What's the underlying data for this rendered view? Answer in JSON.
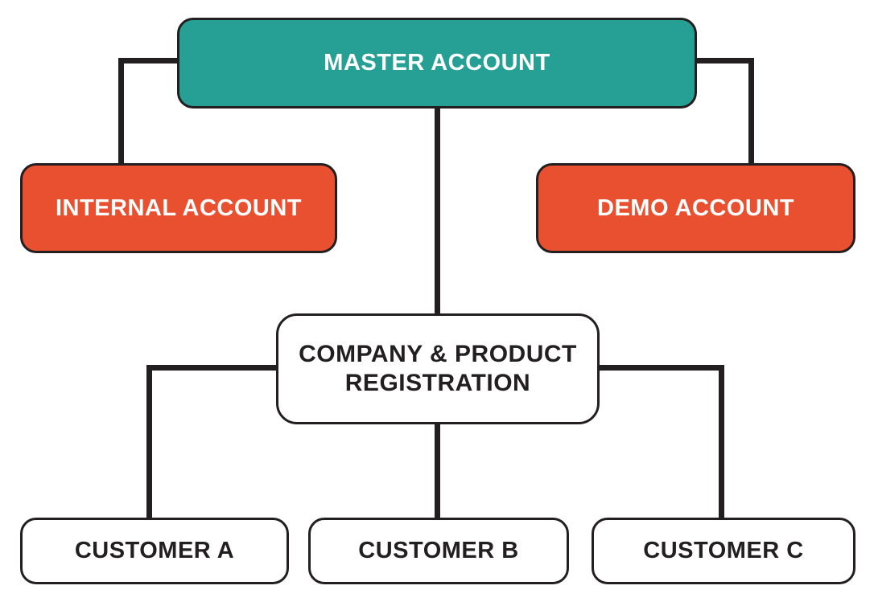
{
  "colors": {
    "teal": "#26A095",
    "orange": "#E9502F",
    "line": "#231F20",
    "bg": "#FFFFFF"
  },
  "nodes": {
    "master": {
      "label": "MASTER ACCOUNT"
    },
    "internal": {
      "label": "INTERNAL ACCOUNT"
    },
    "demo": {
      "label": "DEMO ACCOUNT"
    },
    "registration": {
      "label": "COMPANY & PRODUCT REGISTRATION"
    },
    "customer_a": {
      "label": "CUSTOMER A"
    },
    "customer_b": {
      "label": "CUSTOMER B"
    },
    "customer_c": {
      "label": "CUSTOMER C"
    }
  },
  "edges": [
    {
      "from": "master",
      "to": "internal",
      "style": "elbow-left"
    },
    {
      "from": "master",
      "to": "demo",
      "style": "elbow-right"
    },
    {
      "from": "master",
      "to": "registration",
      "style": "straight"
    },
    {
      "from": "registration",
      "to": "customer_a",
      "style": "elbow-left"
    },
    {
      "from": "registration",
      "to": "customer_b",
      "style": "straight"
    },
    {
      "from": "registration",
      "to": "customer_c",
      "style": "elbow-right"
    }
  ]
}
